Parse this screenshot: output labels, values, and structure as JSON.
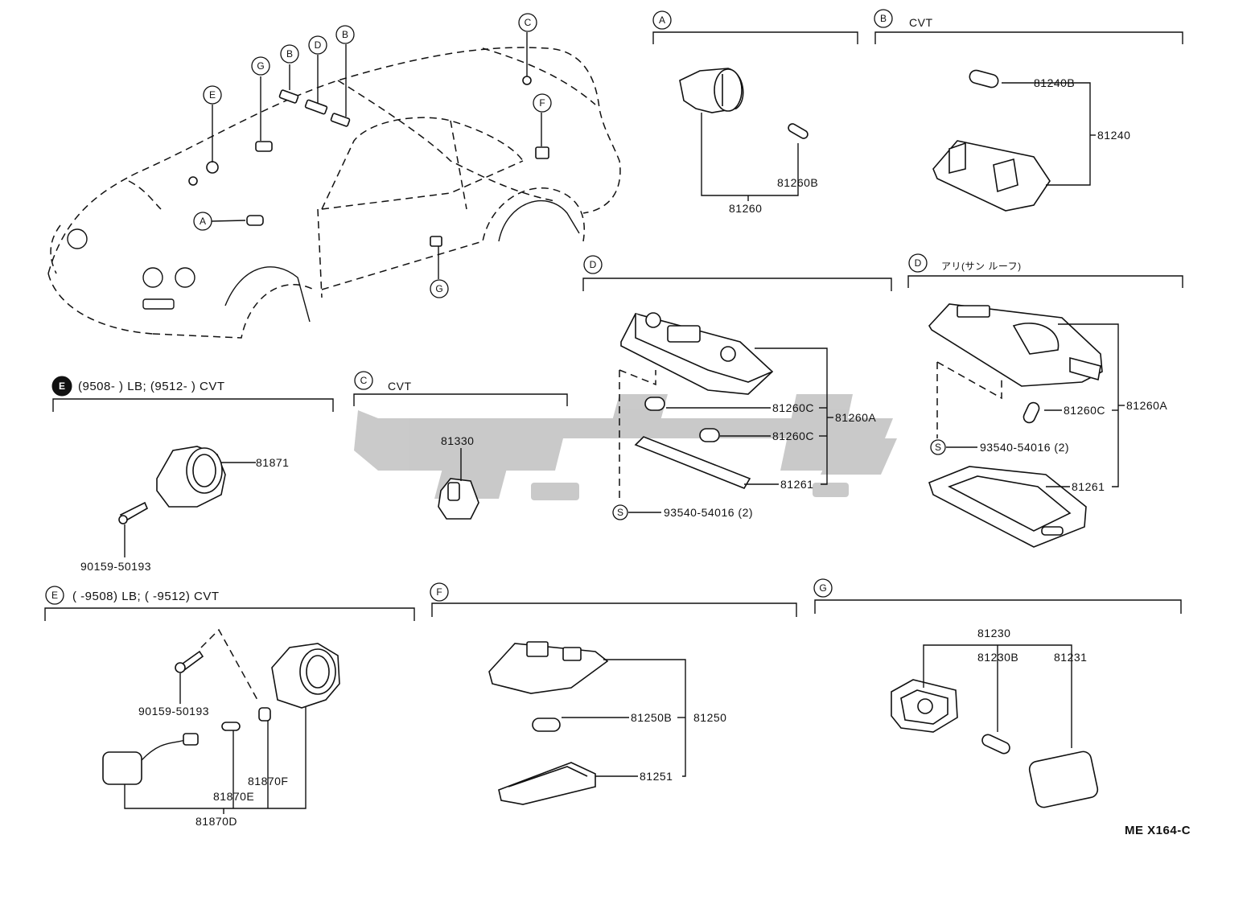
{
  "diagram": {
    "code": "ME X164-C",
    "car_callouts": {
      "a": "A",
      "b1": "B",
      "b2": "B",
      "c": "C",
      "d": "D",
      "e": "E",
      "f": "F",
      "g1": "G",
      "g2": "G"
    },
    "sections": {
      "a": {
        "letter": "A",
        "parts": [
          "81260B",
          "81260"
        ]
      },
      "b": {
        "letter": "B",
        "variant": "CVT",
        "parts": [
          "81240B",
          "81240"
        ]
      },
      "c": {
        "letter": "C",
        "variant": "CVT",
        "parts": [
          "81330"
        ]
      },
      "d1": {
        "letter": "D",
        "parts": [
          "81260C",
          "81260C",
          "81260A",
          "81261",
          "93540-54016 (2)"
        ],
        "screw_mark": "S"
      },
      "d2": {
        "letter": "D",
        "variant": "アリ(サン ルーフ)",
        "parts": [
          "81260C",
          "81260A",
          "93540-54016 (2)",
          "81261"
        ],
        "screw_mark": "S"
      },
      "e1": {
        "letter": "E",
        "variant": "(9508-      ) LB; (9512-      ) CVT",
        "parts": [
          "81871",
          "90159-50193"
        ]
      },
      "e2": {
        "letter": "E",
        "variant": "(      -9508) LB; (      -9512) CVT",
        "parts": [
          "90159-50193",
          "81870F",
          "81870E",
          "81870D"
        ]
      },
      "f": {
        "letter": "F",
        "parts": [
          "81250B",
          "81250",
          "81251"
        ]
      },
      "g": {
        "letter": "G",
        "parts": [
          "81230",
          "81230B",
          "81231"
        ]
      }
    }
  }
}
